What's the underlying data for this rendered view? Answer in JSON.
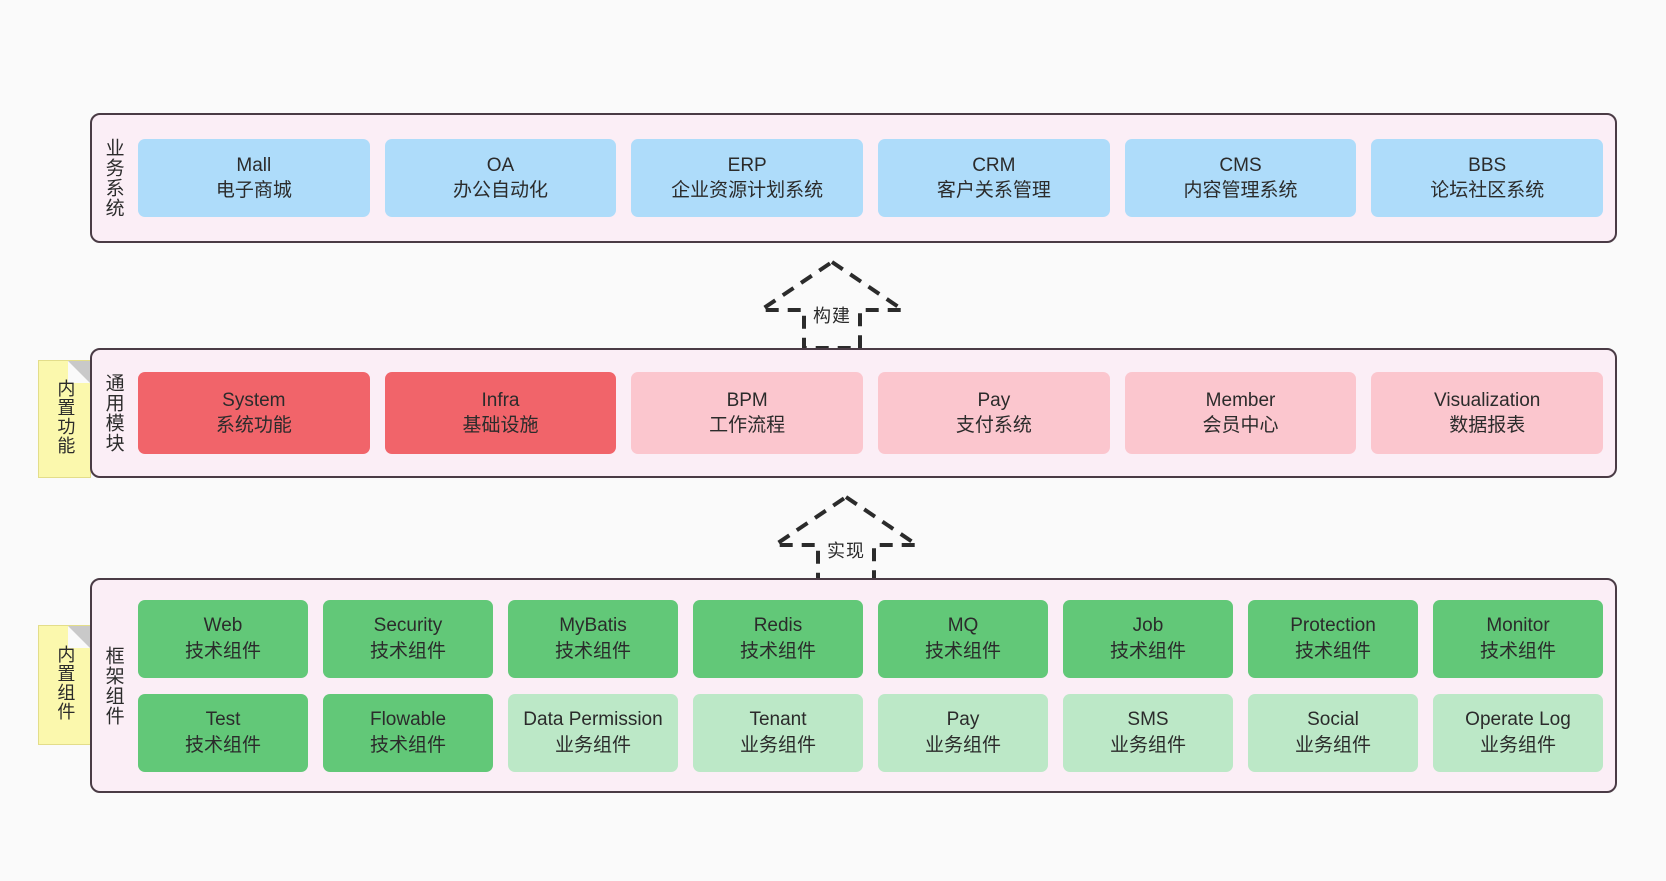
{
  "diagram": {
    "background_color": "#fafafa",
    "panel_color": "#fbeef6",
    "panel_border_color": "#4a3b45"
  },
  "layers": [
    {
      "id": "business-systems",
      "title": "业务系统",
      "note": null,
      "rows": [
        {
          "boxes": [
            {
              "title": "Mall",
              "subtitle": "电子商城",
              "color": "#aedcfa"
            },
            {
              "title": "OA",
              "subtitle": "办公自动化",
              "color": "#aedcfa"
            },
            {
              "title": "ERP",
              "subtitle": "企业资源计划系统",
              "color": "#aedcfa"
            },
            {
              "title": "CRM",
              "subtitle": "客户关系管理",
              "color": "#aedcfa"
            },
            {
              "title": "CMS",
              "subtitle": "内容管理系统",
              "color": "#aedcfa"
            },
            {
              "title": "BBS",
              "subtitle": "论坛社区系统",
              "color": "#aedcfa"
            }
          ]
        }
      ]
    },
    {
      "id": "common-modules",
      "title": "通用模块",
      "note": "内置功能",
      "rows": [
        {
          "boxes": [
            {
              "title": "System",
              "subtitle": "系统功能",
              "color": "#f1646a"
            },
            {
              "title": "Infra",
              "subtitle": "基础设施",
              "color": "#f1646a"
            },
            {
              "title": "BPM",
              "subtitle": "工作流程",
              "color": "#fbc6ce"
            },
            {
              "title": "Pay",
              "subtitle": "支付系统",
              "color": "#fbc6ce"
            },
            {
              "title": "Member",
              "subtitle": "会员中心",
              "color": "#fbc6ce"
            },
            {
              "title": "Visualization",
              "subtitle": "数据报表",
              "color": "#fbc6ce"
            }
          ]
        }
      ]
    },
    {
      "id": "framework-components",
      "title": "框架组件",
      "note": "内置组件",
      "rows": [
        {
          "boxes": [
            {
              "title": "Web",
              "subtitle": "技术组件",
              "color": "#62c878"
            },
            {
              "title": "Security",
              "subtitle": "技术组件",
              "color": "#62c878"
            },
            {
              "title": "MyBatis",
              "subtitle": "技术组件",
              "color": "#62c878"
            },
            {
              "title": "Redis",
              "subtitle": "技术组件",
              "color": "#62c878"
            },
            {
              "title": "MQ",
              "subtitle": "技术组件",
              "color": "#62c878"
            },
            {
              "title": "Job",
              "subtitle": "技术组件",
              "color": "#62c878"
            },
            {
              "title": "Protection",
              "subtitle": "技术组件",
              "color": "#62c878"
            },
            {
              "title": "Monitor",
              "subtitle": "技术组件",
              "color": "#62c878"
            }
          ]
        },
        {
          "boxes": [
            {
              "title": "Test",
              "subtitle": "技术组件",
              "color": "#62c878"
            },
            {
              "title": "Flowable",
              "subtitle": "技术组件",
              "color": "#62c878"
            },
            {
              "title": "Data Permission",
              "subtitle": "业务组件",
              "color": "#bce8c7",
              "wrap": true
            },
            {
              "title": "Tenant",
              "subtitle": "业务组件",
              "color": "#bce8c7"
            },
            {
              "title": "Pay",
              "subtitle": "业务组件",
              "color": "#bce8c7"
            },
            {
              "title": "SMS",
              "subtitle": "业务组件",
              "color": "#bce8c7"
            },
            {
              "title": "Social",
              "subtitle": "业务组件",
              "color": "#bce8c7"
            },
            {
              "title": "Operate Log",
              "subtitle": "业务组件",
              "color": "#bce8c7"
            }
          ]
        }
      ]
    }
  ],
  "connectors": [
    {
      "id": "build-arrow",
      "label": "构建",
      "direction": "up"
    },
    {
      "id": "implement-arrow",
      "label": "实现",
      "direction": "up"
    }
  ]
}
